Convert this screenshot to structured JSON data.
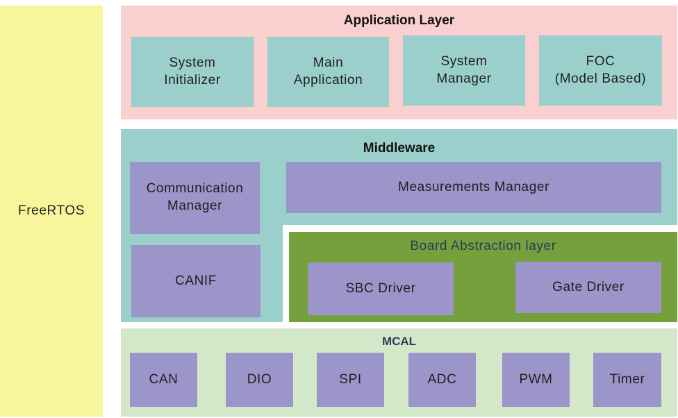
{
  "freertos": {
    "label": "FreeRTOS"
  },
  "application_layer": {
    "title": "Application Layer",
    "blocks": [
      "System\nInitializer",
      "Main\nApplication",
      "System\nManager",
      "FOC\n(Model Based)"
    ]
  },
  "middleware": {
    "title": "Middleware",
    "communication_manager": "Communication\nManager",
    "canif": "CANIF",
    "measurements_manager": "Measurements Manager"
  },
  "board_abstraction": {
    "title": "Board Abstraction layer",
    "sbc_driver": "SBC Driver",
    "gate_driver": "Gate Driver"
  },
  "mcal": {
    "title": "MCAL",
    "blocks": [
      "CAN",
      "DIO",
      "SPI",
      "ADC",
      "PWM",
      "Timer"
    ]
  },
  "colors": {
    "freertos": "#f8f59c",
    "application": "#f9cfcf",
    "middleware": "#9bcfcc",
    "board_abstraction": "#76a03c",
    "mcal": "#d3e8c9",
    "module": "#9b95c9",
    "app_block": "#9bcfcc",
    "mcal_title": "#2a3a5a",
    "bal_title": "#2a3a5a"
  }
}
